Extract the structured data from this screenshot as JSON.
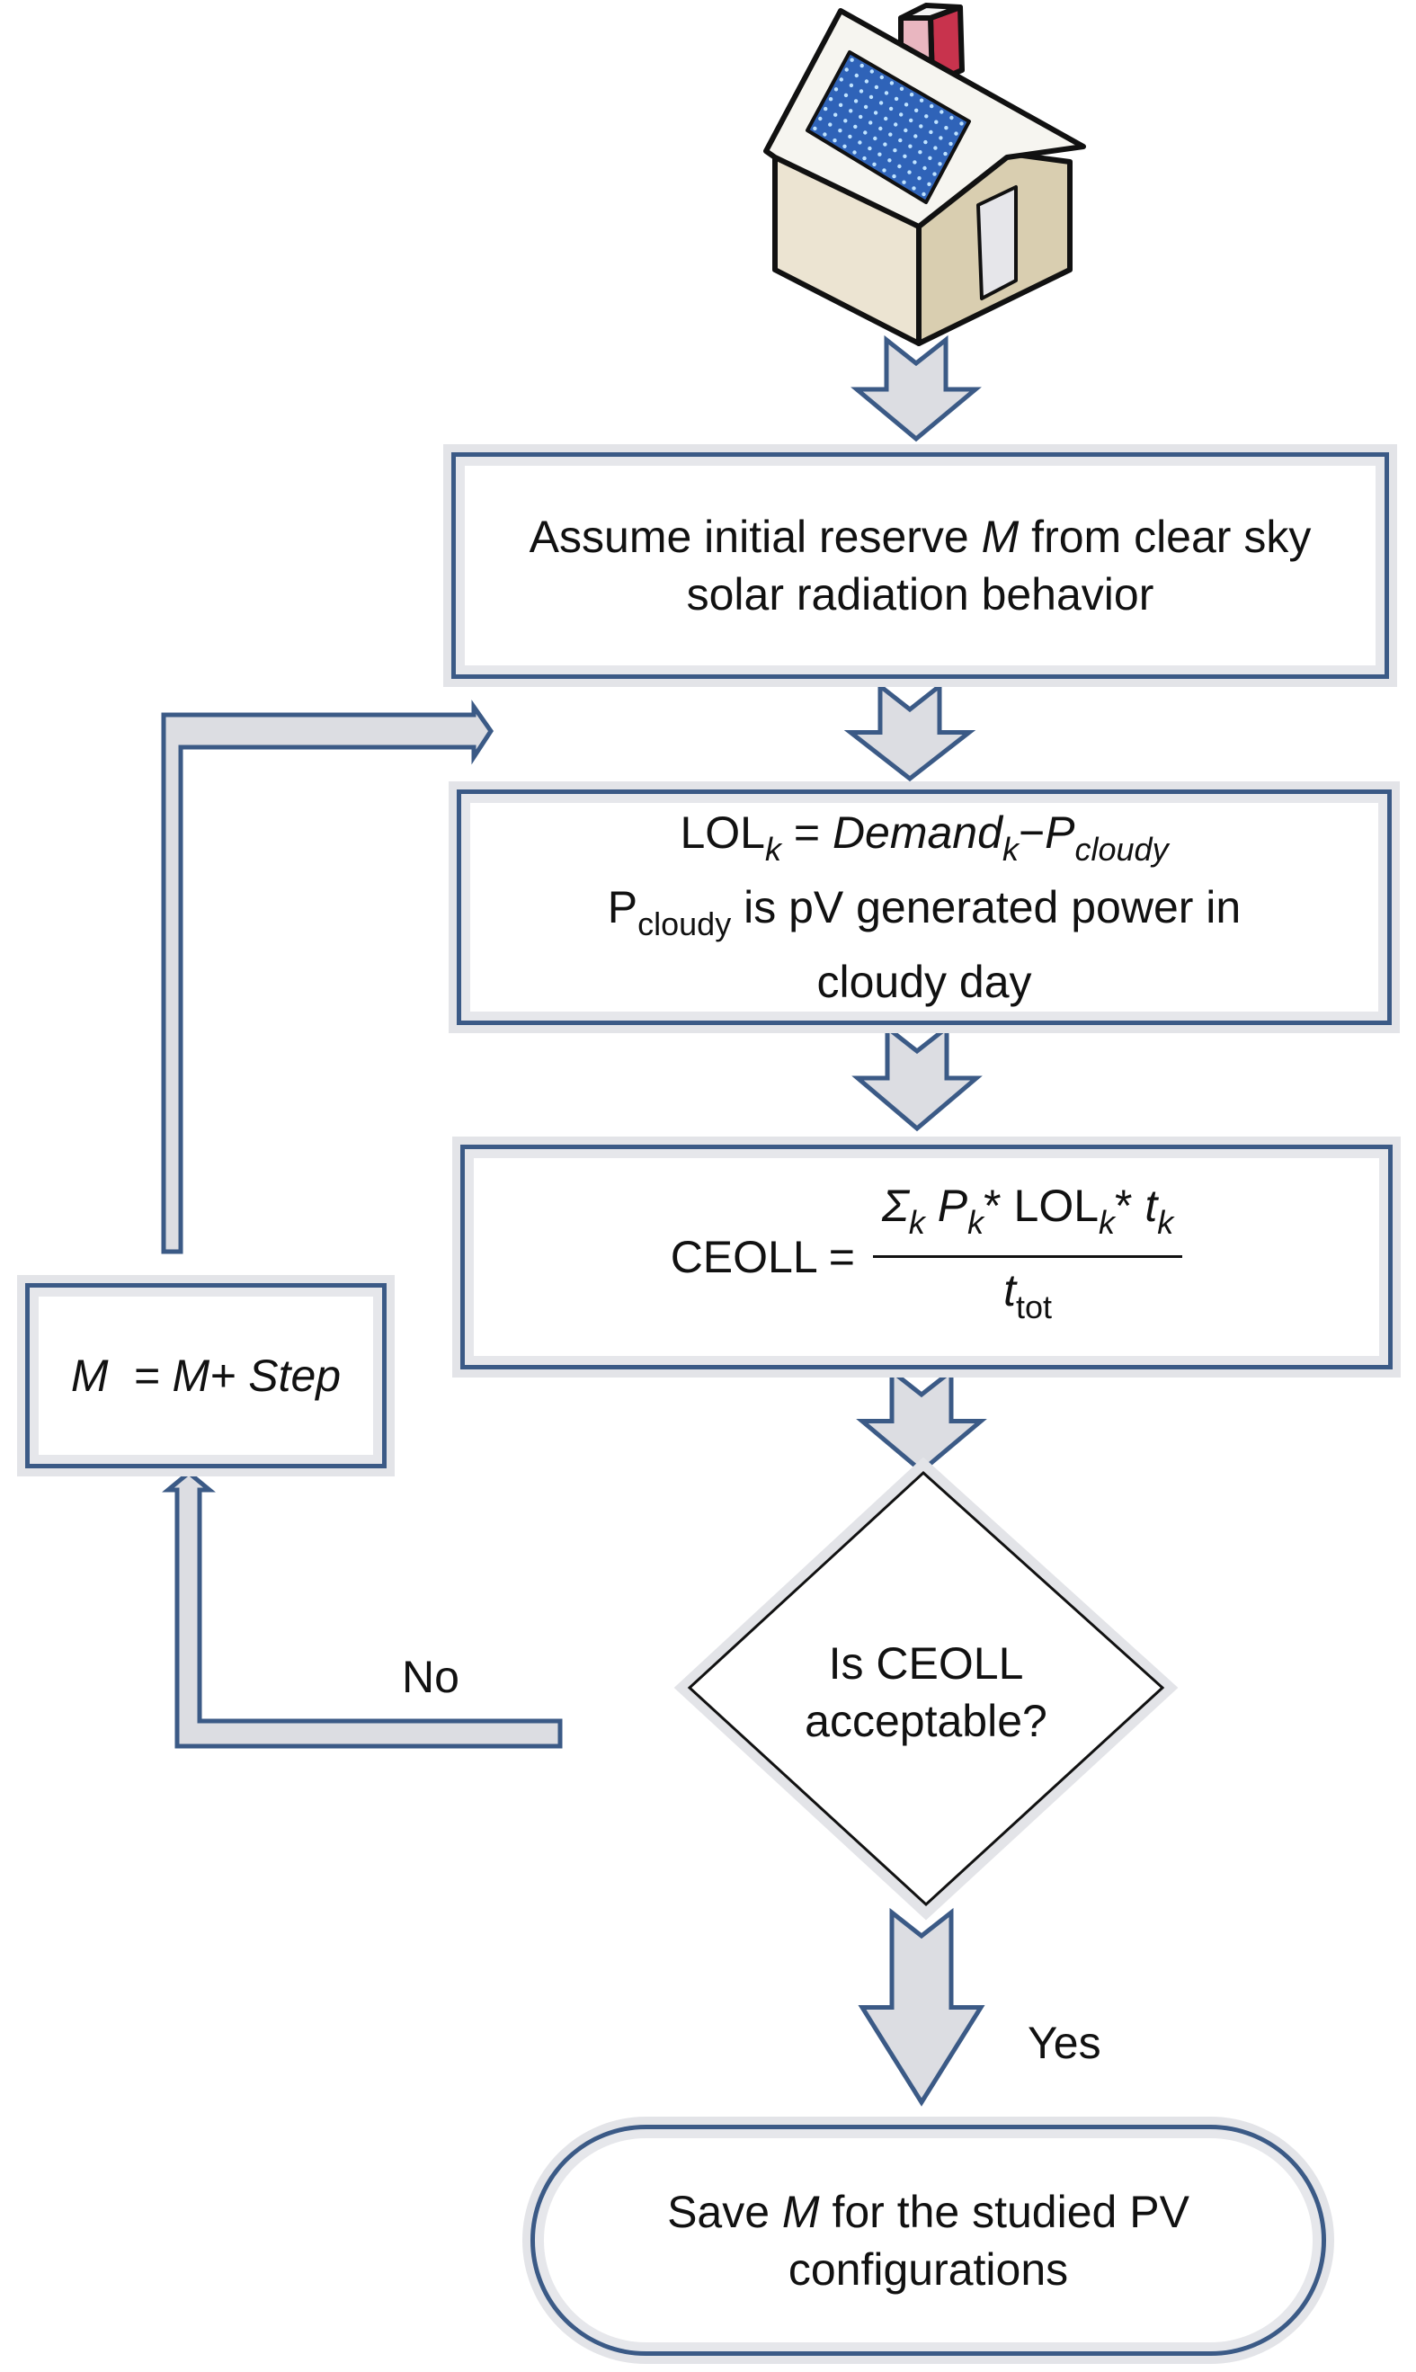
{
  "diagram": {
    "type": "flowchart",
    "start_icon": "solar-house-icon",
    "colors": {
      "arrow_fill": "#dcdde2",
      "arrow_stroke": "#3b5a86",
      "box_border": "#3b5a86",
      "box_halo": "#e3e4e8",
      "solar_panel": "#2f63b8",
      "chimney": "#c8334d"
    },
    "step1": {
      "line1_pre": "Assume initial reserve ",
      "line1_var": "M",
      "line1_post": " from clear sky",
      "line2": "solar radiation behavior"
    },
    "step2": {
      "eq_lhs": "LOL",
      "eq_lhs_sub": "k",
      "eq_eq": " = ",
      "eq_demand": "Demand",
      "eq_demand_sub": "k",
      "eq_minus": "−",
      "eq_p": "P",
      "eq_p_sub": "cloudy",
      "line2_p": "P",
      "line2_sub": "cloudy",
      "line2_post": " is pV generated power in",
      "line3": "cloudy day"
    },
    "step3": {
      "lhs": "CEOLL = ",
      "num_sigma": "Σ",
      "num_k1": "k",
      "num_p": "P",
      "num_k2": "k",
      "num_star1": "* ",
      "num_lol": "LOL",
      "num_k3": "k",
      "num_star2": "* ",
      "num_t": "t",
      "num_k4": "k",
      "den_t": "t",
      "den_sub": "tot"
    },
    "step_update": {
      "m": "M",
      "eq": "= ",
      "rhs": "M+ Step"
    },
    "decision": {
      "line1": "Is CEOLL",
      "line2": "acceptable?"
    },
    "no_label": "No",
    "yes_label": "Yes",
    "end": {
      "pre": "Save ",
      "var": "M",
      "post": " for the studied PV",
      "line2": "configurations"
    }
  }
}
